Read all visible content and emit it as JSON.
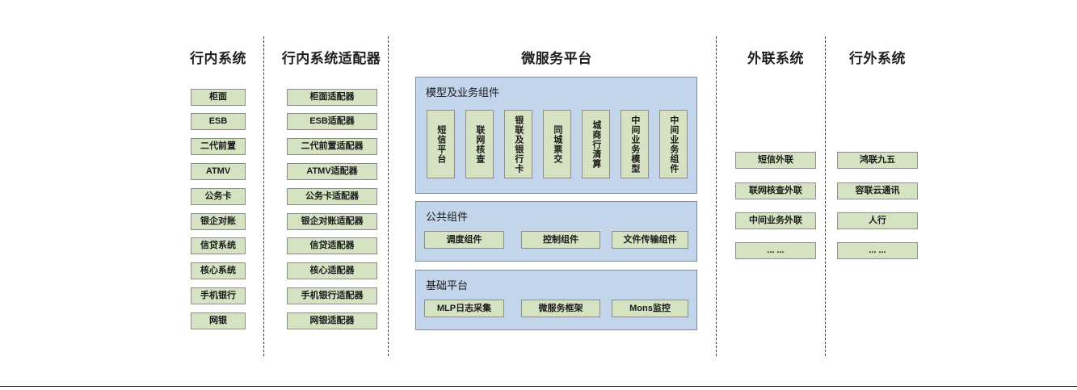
{
  "columns": [
    {
      "id": "bank-internal-systems",
      "title": "行内系统",
      "items": [
        "柜面",
        "ESB",
        "二代前置",
        "ATMV",
        "公务卡",
        "银企对账",
        "信贷系统",
        "核心系统",
        "手机银行",
        "网银"
      ]
    },
    {
      "id": "bank-internal-adapters",
      "title": "行内系统适配器",
      "items": [
        "柜面适配器",
        "ESB适配器",
        "二代前置适配器",
        "ATMV适配器",
        "公务卡适配器",
        "银企对账适配器",
        "信贷适配器",
        "核心适配器",
        "手机银行适配器",
        "网银适配器"
      ]
    },
    {
      "id": "external-link-systems",
      "title": "外联系统",
      "items": [
        "短信外联",
        "联网核查外联",
        "中间业务外联",
        "... ..."
      ]
    },
    {
      "id": "outside-bank-systems",
      "title": "行外系统",
      "items": [
        "鸿联九五",
        "容联云通讯",
        "人行",
        "... ..."
      ]
    }
  ],
  "platform": {
    "title": "微服务平台",
    "panels": [
      {
        "id": "model-business-components",
        "title": "模型及业务组件",
        "orientation": "vertical",
        "items": [
          "短信平台",
          "联网核查",
          "银联及银行卡",
          "同城票交",
          "城商行清算",
          "中间业务模型",
          "中间业务组件"
        ]
      },
      {
        "id": "public-components",
        "title": "公共组件",
        "orientation": "horizontal",
        "items": [
          "调度组件",
          "控制组件",
          "文件传输组件"
        ]
      },
      {
        "id": "base-platform",
        "title": "基础平台",
        "orientation": "horizontal",
        "items": [
          "MLP日志采集",
          "微服务框架",
          "Mons监控"
        ]
      }
    ]
  },
  "colors": {
    "node_fill": "#d6e3c3",
    "node_border": "#8c8c8c",
    "panel_fill": "#c3d5ea",
    "panel_border": "#7f8c9b",
    "divider": "#3a3a3a",
    "text": "#1a1a1a"
  }
}
